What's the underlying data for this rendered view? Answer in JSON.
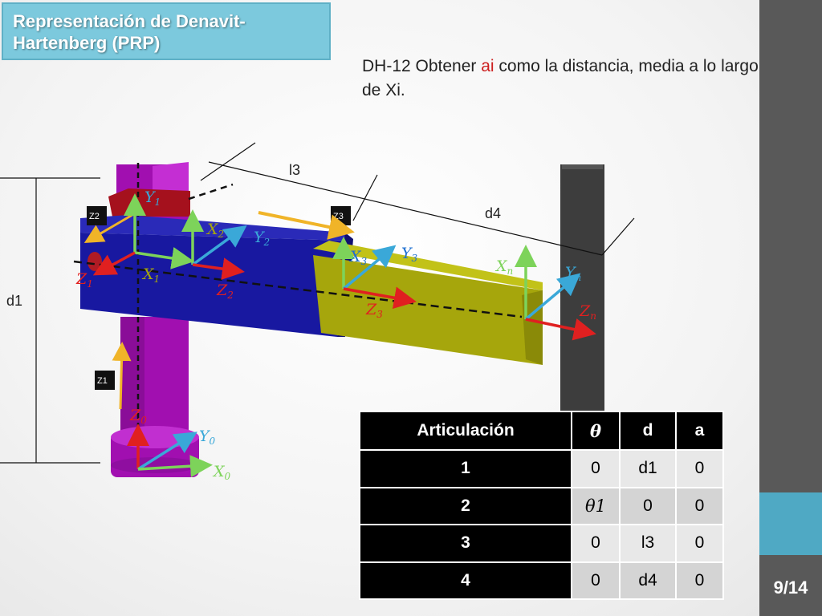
{
  "slide": {
    "title": "Representación de Denavit-Hartenberg (PRP)",
    "instruction_prefix": "DH-12 Obtener ",
    "instruction_highlight": "ai",
    "instruction_suffix": " como la distancia, media a lo largo de Xi.",
    "page_number": "9/14"
  },
  "figure": {
    "dimension_labels": {
      "l3": "l3",
      "d4": "d4",
      "d1": "d1"
    },
    "joint_tags": {
      "z1": "Z1",
      "z2": "Z2",
      "z3": "Z3"
    },
    "axis_labels": {
      "Y1": [
        "Y",
        "1"
      ],
      "X1": [
        "X",
        "1"
      ],
      "Z1": [
        "Z",
        "1"
      ],
      "X2": [
        "X",
        "2"
      ],
      "Y2": [
        "Y",
        "2"
      ],
      "Z2": [
        "Z",
        "2"
      ],
      "X3": [
        "X",
        "3"
      ],
      "Y3": [
        "Y",
        "3"
      ],
      "Z3": [
        "Z",
        "3"
      ],
      "Xn": [
        "X",
        "n"
      ],
      "Yn": [
        "Y",
        "n"
      ],
      "Zn": [
        "Z",
        "n"
      ],
      "Z0": [
        "Z",
        "0"
      ],
      "Y0": [
        "Y",
        "0"
      ],
      "X0": [
        "X",
        "0"
      ]
    },
    "colors": {
      "x_axis": "#7dd35a",
      "y_axis": "#3aa8d8",
      "z_axis": "#e02020",
      "prismatic_arrow": "#f0b428",
      "base": "#a10fb0",
      "arm": "#1818a0",
      "link3": "#a6a60c",
      "wall": "#3d3d3d"
    }
  },
  "dh_table": {
    "headers": [
      "Articulación",
      "θ",
      "d",
      "a"
    ],
    "rows": [
      {
        "joint": "1",
        "theta": "0",
        "d": "d1",
        "a": "0"
      },
      {
        "joint": "2",
        "theta": "θ1",
        "d": "0",
        "a": "0"
      },
      {
        "joint": "3",
        "theta": "0",
        "d": "l3",
        "a": "0"
      },
      {
        "joint": "4",
        "theta": "0",
        "d": "d4",
        "a": "0"
      }
    ]
  }
}
